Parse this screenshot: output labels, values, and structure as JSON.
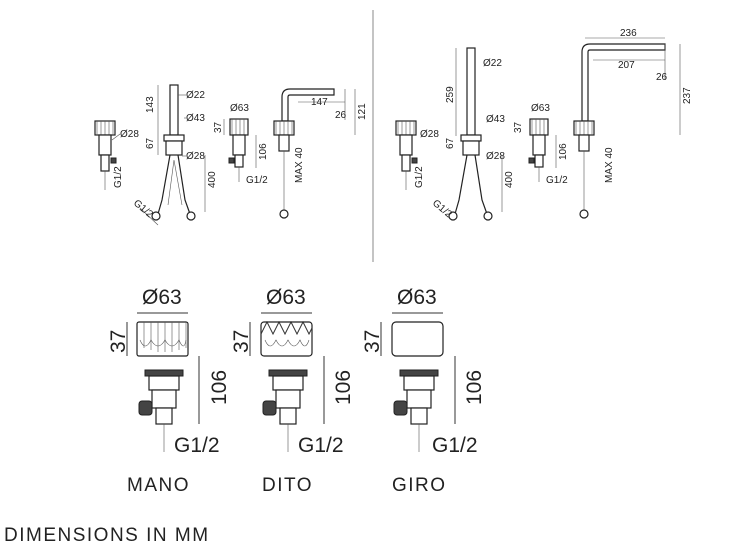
{
  "diagram": {
    "left_panel": {
      "dims": {
        "d22": "Ø22",
        "d43": "Ø43",
        "d28_spout": "Ø28",
        "d28_valve": "Ø28",
        "d63": "Ø63",
        "h143": "143",
        "h67": "67",
        "h37": "37",
        "h106": "106",
        "h400": "400",
        "w147": "147",
        "h26": "26",
        "h121": "121",
        "g12_a": "G1/2",
        "g12_b": "G1/2",
        "g12_c": "G1/2",
        "max40": "MAX 40"
      }
    },
    "right_panel": {
      "dims": {
        "d22": "Ø22",
        "d43": "Ø43",
        "d28_spout": "Ø28",
        "d28_valve": "Ø28",
        "d63": "Ø63",
        "h259": "259",
        "h67": "67",
        "h37": "37",
        "h106": "106",
        "h400": "400",
        "w236": "236",
        "w207": "207",
        "h26": "26",
        "h237": "237",
        "g12_a": "G1/2",
        "g12_b": "G1/2",
        "g12_c": "G1/2",
        "max40": "MAX 40"
      }
    },
    "handles": [
      {
        "name": "MANO",
        "diameter": "Ø63",
        "height": "37",
        "body": "106",
        "thread": "G1/2"
      },
      {
        "name": "DITO",
        "diameter": "Ø63",
        "height": "37",
        "body": "106",
        "thread": "G1/2"
      },
      {
        "name": "GIRO",
        "diameter": "Ø63",
        "height": "37",
        "body": "106",
        "thread": "G1/2"
      }
    ],
    "footer": "DIMENSIONS IN MM"
  }
}
